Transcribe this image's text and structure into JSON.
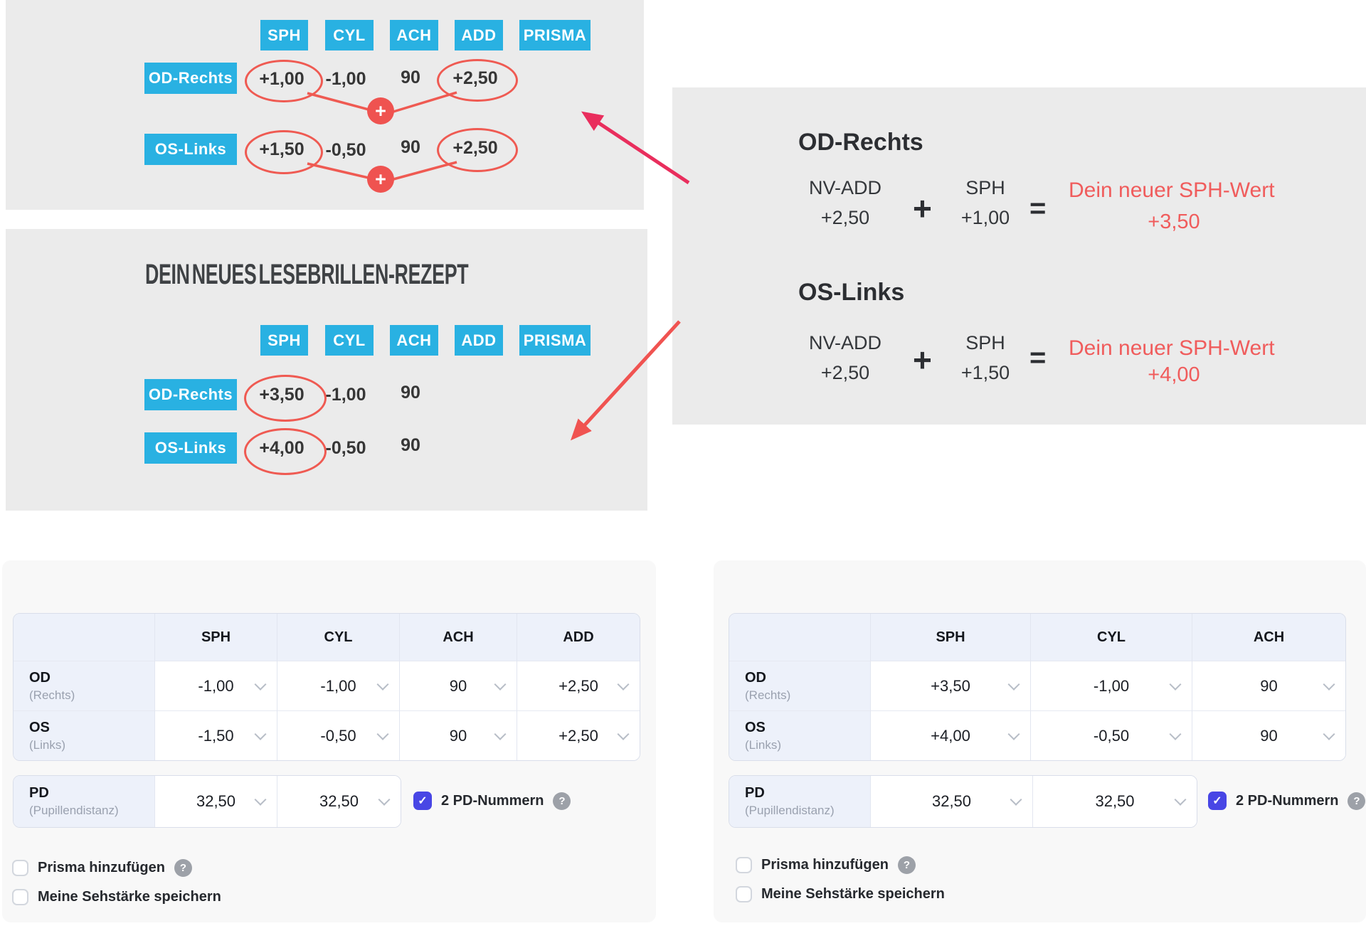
{
  "colors": {
    "chip_cyan": "#29b1e2",
    "panel_gray": "#ebebeb",
    "annotation_red": "#ef5a52",
    "arrow_pink": "#e92e5d",
    "arrow_red": "#f05351",
    "result_red": "#f05c5c",
    "checkbox_blue": "#4846e5",
    "table_header_bg": "#edf1fa"
  },
  "diagram_top": {
    "columns": [
      "SPH",
      "CYL",
      "ACH",
      "ADD",
      "PRISMA"
    ],
    "rows": [
      {
        "label": "OD-Rechts",
        "sph": "+1,00",
        "cyl": "-1,00",
        "ach": "90",
        "add": "+2,50"
      },
      {
        "label": "OS-Links",
        "sph": "+1,50",
        "cyl": "-0,50",
        "ach": "90",
        "add": "+2,50"
      }
    ],
    "plus_icon": "+"
  },
  "diagram_new": {
    "title": "DEIN NEUES LESEBRILLEN-REZEPT",
    "columns": [
      "SPH",
      "CYL",
      "ACH",
      "ADD",
      "PRISMA"
    ],
    "rows": [
      {
        "label": "OD-Rechts",
        "sph": "+3,50",
        "cyl": "-1,00",
        "ach": "90"
      },
      {
        "label": "OS-Links",
        "sph": "+4,00",
        "cyl": "-0,50",
        "ach": "90"
      }
    ]
  },
  "explainer": {
    "sections": [
      {
        "heading": "OD-Rechts",
        "term1_label": "NV-ADD",
        "term1_value": "+2,50",
        "operator": "+",
        "term2_label": "SPH",
        "term2_value": "+1,00",
        "equals": "=",
        "result_label": "Dein neuer SPH-Wert",
        "result_value": "+3,50"
      },
      {
        "heading": "OS-Links",
        "term1_label": "NV-ADD",
        "term1_value": "+2,50",
        "operator": "+",
        "term2_label": "SPH",
        "term2_value": "+1,50",
        "equals": "=",
        "result_label": "Dein neuer SPH-Wert",
        "result_value": "+4,00"
      }
    ]
  },
  "form_left": {
    "columns": [
      "SPH",
      "CYL",
      "ACH",
      "ADD"
    ],
    "rows": [
      {
        "label": "OD",
        "sublabel": "(Rechts)",
        "values": [
          "-1,00",
          "-1,00",
          "90",
          "+2,50"
        ]
      },
      {
        "label": "OS",
        "sublabel": "(Links)",
        "values": [
          "-1,50",
          "-0,50",
          "90",
          "+2,50"
        ]
      }
    ],
    "pd": {
      "label": "PD",
      "sublabel": "(Pupillendistanz)",
      "values": [
        "32,50",
        "32,50"
      ],
      "checkbox_label": "2 PD-Nummern"
    },
    "options": [
      {
        "label": "Prisma hinzufügen"
      },
      {
        "label": "Meine Sehstärke speichern"
      }
    ],
    "check_icon": "✓",
    "help_icon": "?"
  },
  "form_right": {
    "columns": [
      "SPH",
      "CYL",
      "ACH"
    ],
    "rows": [
      {
        "label": "OD",
        "sublabel": "(Rechts)",
        "values": [
          "+3,50",
          "-1,00",
          "90"
        ]
      },
      {
        "label": "OS",
        "sublabel": "(Links)",
        "values": [
          "+4,00",
          "-0,50",
          "90"
        ]
      }
    ],
    "pd": {
      "label": "PD",
      "sublabel": "(Pupillendistanz)",
      "values": [
        "32,50",
        "32,50"
      ],
      "checkbox_label": "2 PD-Nummern"
    },
    "options": [
      {
        "label": "Prisma hinzufügen"
      },
      {
        "label": "Meine Sehstärke speichern"
      }
    ],
    "check_icon": "✓",
    "help_icon": "?"
  }
}
